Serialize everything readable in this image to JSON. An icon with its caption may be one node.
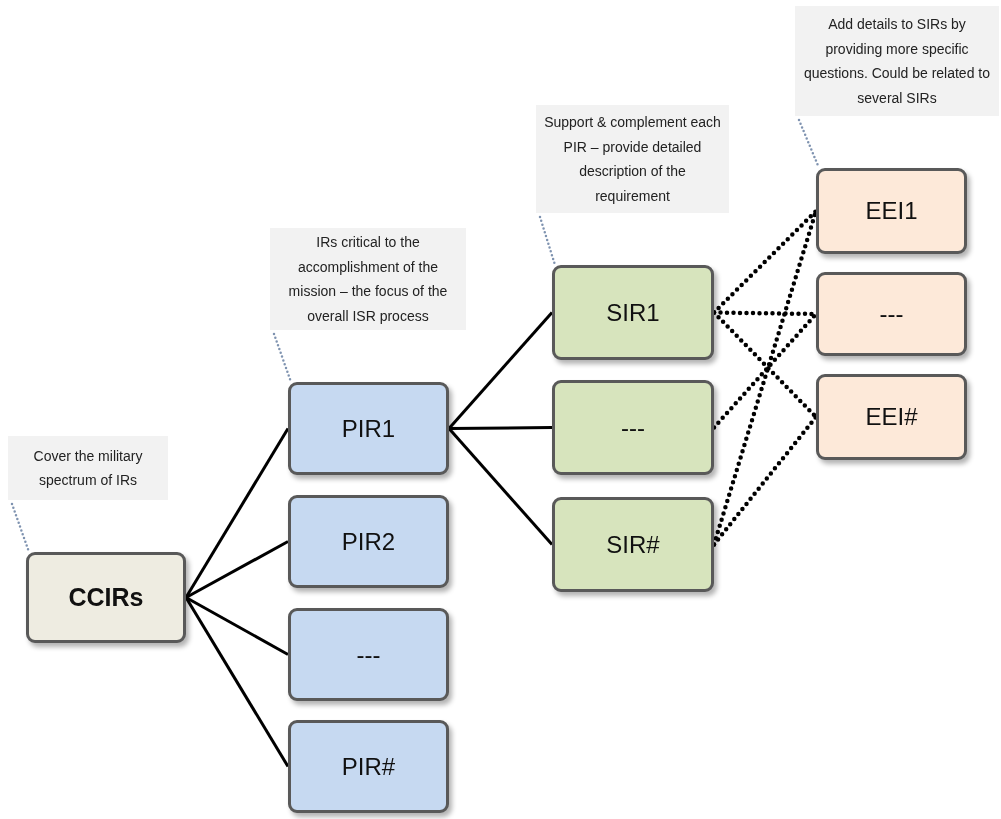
{
  "diagram": {
    "nodes": [
      {
        "text": [
          "Cover the military spectrum of IRs"
        ]
      },
      {
        "text": [
          "CCIRs"
        ]
      },
      {
        "text": [
          "IRs critical to the accomplishment of the mission – the focus of the overall ISR process"
        ]
      },
      {
        "text": [
          "PIR1"
        ]
      },
      {
        "text": [
          "PIR2"
        ]
      },
      {
        "text": [
          "---"
        ]
      },
      {
        "text": [
          "PIR#"
        ]
      },
      {
        "text": [
          "Support & complement each PIR – provide detailed description of the requirement"
        ]
      },
      {
        "text": [
          "SIR1"
        ]
      },
      {
        "text": [
          "---"
        ]
      },
      {
        "text": [
          "SIR#"
        ]
      },
      {
        "text": [
          "Add details to SIRs by providing more specific questions. Could be related to several SIRs"
        ]
      },
      {
        "text": [
          "EEI1"
        ]
      },
      {
        "text": [
          "---"
        ]
      },
      {
        "text": [
          "EEI#"
        ]
      }
    ],
    "edges": [
      {
        "from": 0,
        "to": 1,
        "arrow": "none",
        "style": "dashed",
        "color": "#7f93b0"
      },
      {
        "from": 2,
        "to": 3,
        "arrow": "none",
        "style": "dashed",
        "color": "#7f93b0"
      },
      {
        "from": 7,
        "to": 8,
        "arrow": "none",
        "style": "dashed",
        "color": "#7f93b0"
      },
      {
        "from": 11,
        "to": 12,
        "arrow": "none",
        "style": "dashed",
        "color": "#7f93b0"
      },
      {
        "from": 1,
        "to": 3,
        "arrow": "none"
      },
      {
        "from": 1,
        "to": 4,
        "arrow": "none"
      },
      {
        "from": 1,
        "to": 5,
        "arrow": "none"
      },
      {
        "from": 1,
        "to": 6,
        "arrow": "none"
      },
      {
        "from": 3,
        "to": 8,
        "arrow": "none"
      },
      {
        "from": 3,
        "to": 9,
        "arrow": "none"
      },
      {
        "from": 3,
        "to": 10,
        "arrow": "none"
      },
      {
        "from": 8,
        "to": 12,
        "arrow": "none",
        "style": "dashed"
      },
      {
        "from": 8,
        "to": 13,
        "arrow": "none",
        "style": "dashed"
      },
      {
        "from": 8,
        "to": 14,
        "arrow": "none",
        "style": "dashed"
      },
      {
        "from": 9,
        "to": 13,
        "arrow": "none",
        "style": "dashed"
      },
      {
        "from": 10,
        "to": 12,
        "arrow": "none",
        "style": "dashed"
      },
      {
        "from": 10,
        "to": 14,
        "arrow": "none",
        "style": "dashed"
      }
    ]
  }
}
